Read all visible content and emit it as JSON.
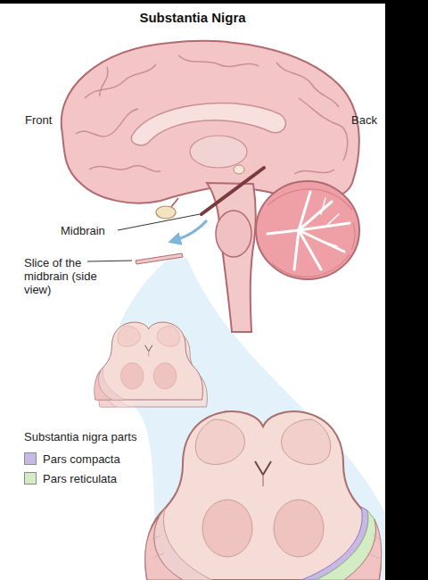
{
  "diagram": {
    "title": "Substantia Nigra",
    "labels": [
      "Front",
      "Back",
      "Midbrain",
      "Slice of the midbrain (side view)",
      "Substantia nigra parts"
    ],
    "legend": [
      {
        "text": "Pars compacta",
        "color": "#c8b8e6"
      },
      {
        "text": "Pars reticulata",
        "color": "#d3ecc3"
      }
    ]
  }
}
